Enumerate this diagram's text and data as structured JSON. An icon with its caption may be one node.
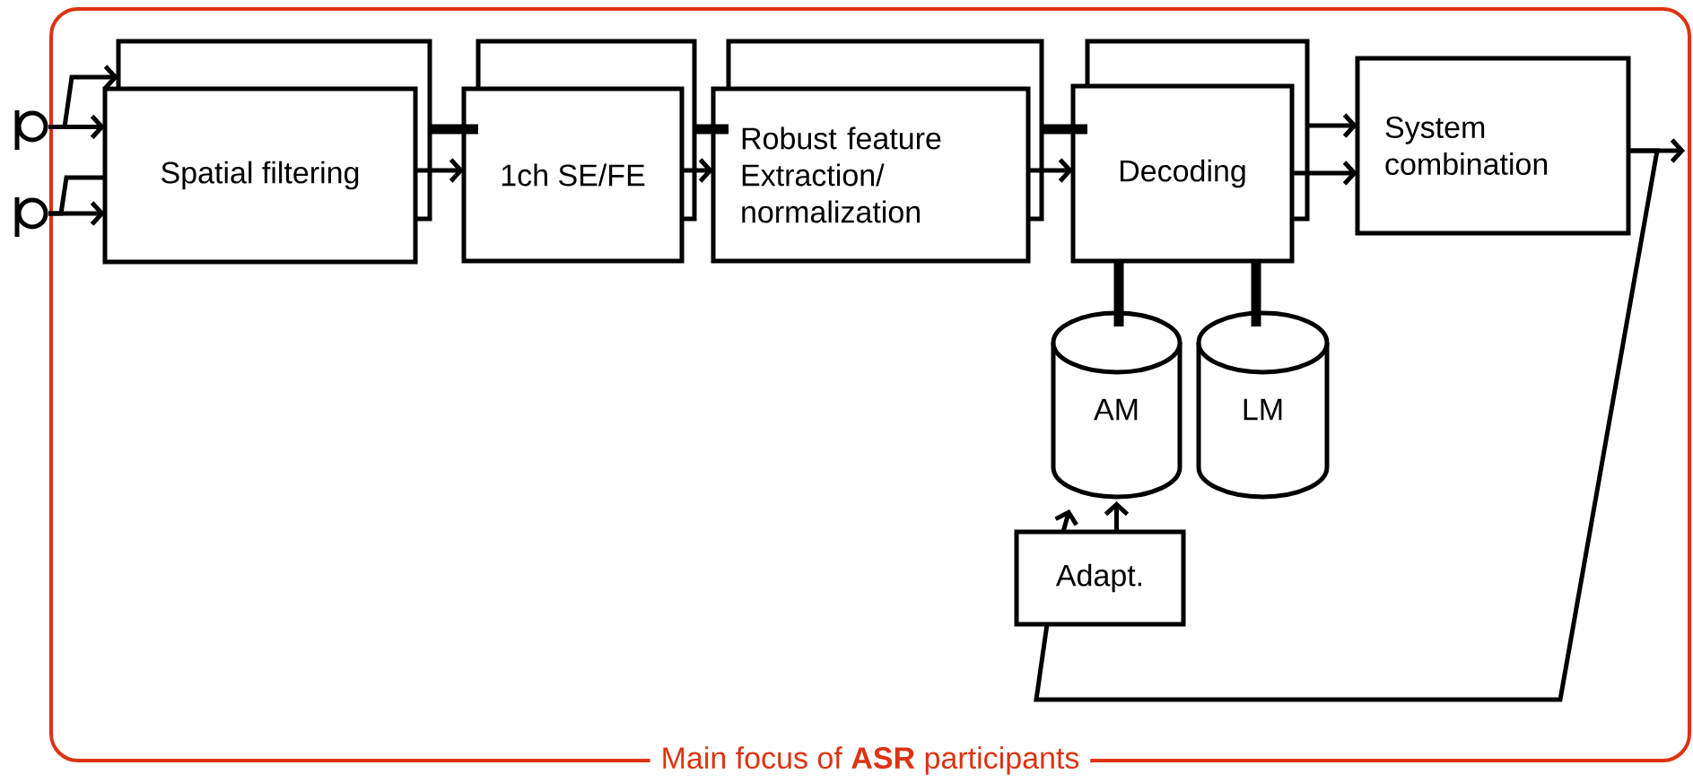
{
  "diagram": {
    "nodes": [
      {
        "text": [
          "Main focus of **ASR** participants"
        ]
      },
      {
        "text": [],
        "shape": "circle"
      },
      {
        "text": [],
        "shape": "circle"
      },
      {
        "text": [],
        "shape": "box",
        "in": 0
      },
      {
        "text": [
          "Spatial filtering"
        ],
        "in": 0
      },
      {
        "text": [],
        "shape": "box",
        "in": 0
      },
      {
        "text": [
          "1ch SE/FE"
        ],
        "in": 0
      },
      {
        "text": [],
        "shape": "box",
        "in": 0
      },
      {
        "text": [
          "Robust feature Extraction/ normalization"
        ],
        "in": 0
      },
      {
        "text": [],
        "shape": "box",
        "in": 0
      },
      {
        "text": [
          "Decoding"
        ],
        "in": 0
      },
      {
        "text": [
          "System combination"
        ],
        "in": 0
      },
      {
        "text": [
          "AM"
        ],
        "in": 0
      },
      {
        "text": [
          "LM"
        ],
        "in": 0
      },
      {
        "text": [
          "Adapt."
        ],
        "in": 0
      }
    ],
    "edges": [
      {
        "from": 1,
        "to": 3,
        "arrow": "to"
      },
      {
        "from": 1,
        "to": 4,
        "arrow": "to"
      },
      {
        "from": 2,
        "to": 4,
        "arrow": "none"
      },
      {
        "from": 2,
        "to": 4,
        "arrow": "to"
      },
      {
        "from": 3,
        "to": 5,
        "arrow": "none",
        "style": "thick"
      },
      {
        "from": 4,
        "to": 6,
        "arrow": "to"
      },
      {
        "from": 5,
        "to": 7,
        "arrow": "none",
        "style": "thick"
      },
      {
        "from": 6,
        "to": 8,
        "arrow": "to"
      },
      {
        "from": 7,
        "to": 9,
        "arrow": "none",
        "style": "thick"
      },
      {
        "from": 8,
        "to": 10,
        "arrow": "to"
      },
      {
        "from": 9,
        "to": 11,
        "arrow": "to"
      },
      {
        "from": 10,
        "to": 11,
        "arrow": "to"
      },
      {
        "from": 10,
        "to": 12,
        "arrow": "none",
        "style": "thick"
      },
      {
        "from": 10,
        "to": 13,
        "arrow": "none",
        "style": "thick"
      },
      {
        "from": 14,
        "to": 12,
        "arrow": "to"
      },
      {
        "from": 14,
        "to": null,
        "arrow": "to"
      },
      {
        "from": 11,
        "to": null,
        "arrow": "to"
      },
      {
        "from": 11,
        "to": 14,
        "arrow": "none"
      }
    ]
  }
}
